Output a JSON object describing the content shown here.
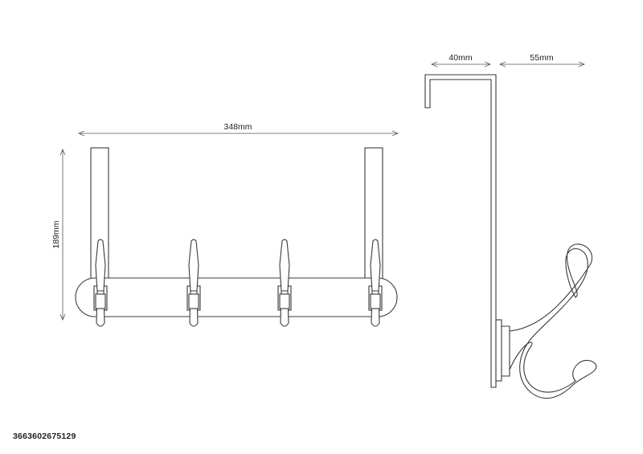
{
  "dimensions": {
    "width": "348mm",
    "height": "189mm",
    "depth_top": "40mm",
    "depth_hook": "55mm"
  },
  "product_code": "3663602675129",
  "colors": {
    "line": "#3a3a3a",
    "dimension": "#555555"
  }
}
